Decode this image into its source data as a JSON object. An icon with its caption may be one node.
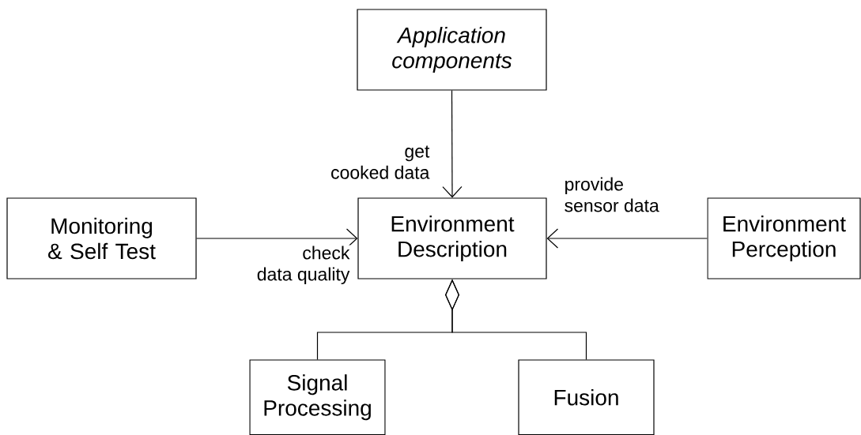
{
  "diagram": {
    "nodes": [
      {
        "text": [
          "Application components"
        ]
      },
      {
        "text": [
          "Monitoring & Self Test"
        ]
      },
      {
        "text": [
          "Environment Description"
        ]
      },
      {
        "text": [
          "Environment Perception"
        ]
      },
      {
        "text": [
          "Signal Processing"
        ]
      },
      {
        "text": [
          "Fusion"
        ]
      }
    ],
    "edges": [
      {
        "from": 0,
        "to": 2,
        "arrow": "to",
        "label": "get cooked data"
      },
      {
        "from": 1,
        "to": 2,
        "arrow": "to",
        "label": "check data quality"
      },
      {
        "from": 3,
        "to": 2,
        "arrow": "to",
        "label": "provide sensor data"
      },
      {
        "from": 4,
        "to": 2,
        "arrow": "other"
      },
      {
        "from": 5,
        "to": 2,
        "arrow": "other"
      }
    ]
  }
}
